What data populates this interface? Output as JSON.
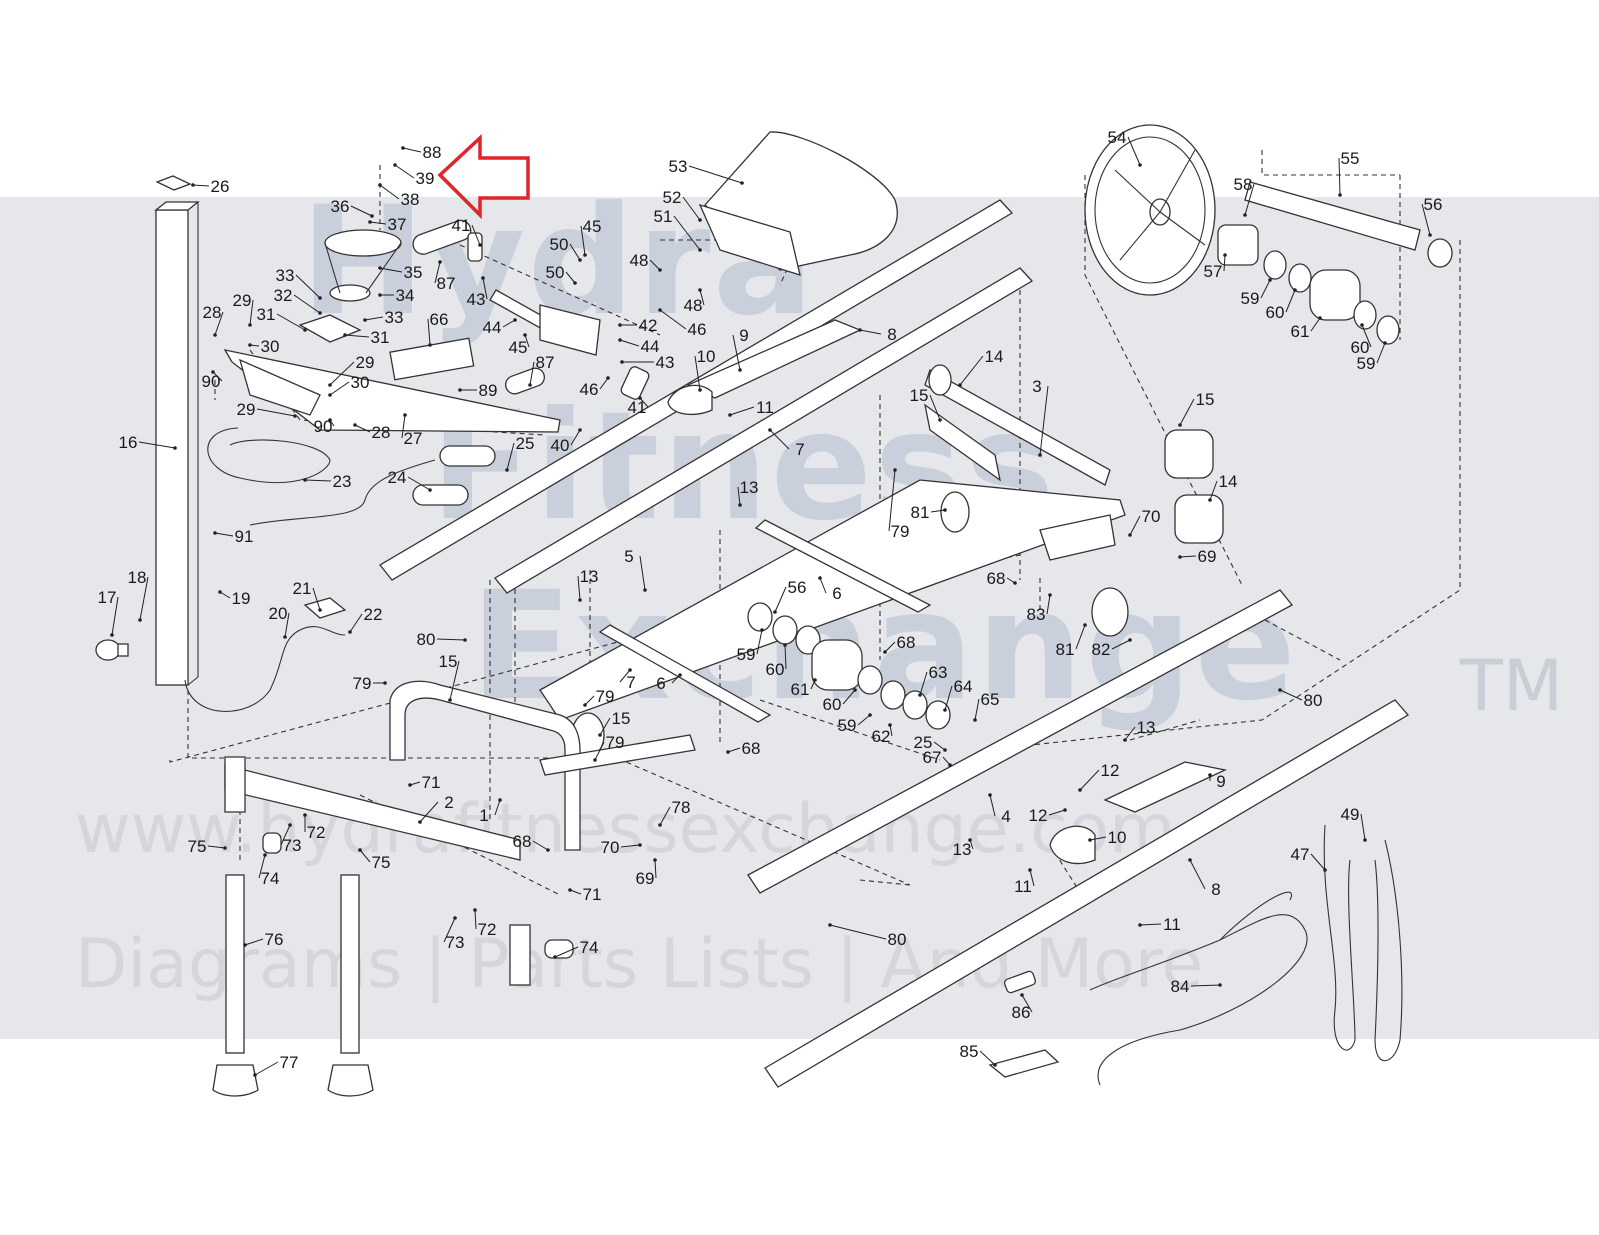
{
  "watermark": {
    "brand_lines": [
      "Hydra",
      "Fitness",
      "Exchange"
    ],
    "trademark": "TM",
    "website": "www.hydrafitnessexchange.com",
    "tagline": "Diagrams | Parts Lists | And More"
  },
  "colors": {
    "background": "#ffffff",
    "watermark_band": "#e6e7ea",
    "watermark_text": "#c9cfdb",
    "highlight_arrow": "#e0242b",
    "line_art": "#333333"
  },
  "highlight": {
    "icon": "outline-arrow-icon",
    "points_to_part": "39"
  },
  "parts": [
    {
      "id": "p1",
      "num": "88"
    },
    {
      "id": "p2",
      "num": "39"
    },
    {
      "id": "p3",
      "num": "38"
    },
    {
      "id": "p4",
      "num": "36"
    },
    {
      "id": "p5",
      "num": "37"
    },
    {
      "id": "p6",
      "num": "41"
    },
    {
      "id": "p7",
      "num": "35"
    },
    {
      "id": "p8",
      "num": "87"
    },
    {
      "id": "p9",
      "num": "33"
    },
    {
      "id": "p10",
      "num": "34"
    },
    {
      "id": "p11",
      "num": "32"
    },
    {
      "id": "p12",
      "num": "43"
    },
    {
      "id": "p13",
      "num": "31"
    },
    {
      "id": "p14",
      "num": "33"
    },
    {
      "id": "p15",
      "num": "31"
    },
    {
      "id": "p16",
      "num": "44"
    },
    {
      "id": "p17",
      "num": "28"
    },
    {
      "id": "p18",
      "num": "29"
    },
    {
      "id": "p19",
      "num": "30"
    },
    {
      "id": "p20",
      "num": "66"
    },
    {
      "id": "p21",
      "num": "45"
    },
    {
      "id": "p22",
      "num": "87"
    },
    {
      "id": "p23",
      "num": "29"
    },
    {
      "id": "p24",
      "num": "90"
    },
    {
      "id": "p25",
      "num": "30"
    },
    {
      "id": "p26",
      "num": "89"
    },
    {
      "id": "p27",
      "num": "29"
    },
    {
      "id": "p28",
      "num": "90"
    },
    {
      "id": "p29",
      "num": "28"
    },
    {
      "id": "p30",
      "num": "27"
    },
    {
      "id": "p31",
      "num": "40"
    },
    {
      "id": "p32",
      "num": "16"
    },
    {
      "id": "p33",
      "num": "25"
    },
    {
      "id": "p34",
      "num": "23"
    },
    {
      "id": "p35",
      "num": "24"
    },
    {
      "id": "p36",
      "num": "91"
    },
    {
      "id": "p37",
      "num": "18"
    },
    {
      "id": "p38",
      "num": "17"
    },
    {
      "id": "p39",
      "num": "19"
    },
    {
      "id": "p40",
      "num": "21"
    },
    {
      "id": "p41",
      "num": "20"
    },
    {
      "id": "p42",
      "num": "22"
    },
    {
      "id": "p43",
      "num": "26"
    },
    {
      "id": "p44",
      "num": "45"
    },
    {
      "id": "p45",
      "num": "50"
    },
    {
      "id": "p46",
      "num": "50"
    },
    {
      "id": "p47",
      "num": "42"
    },
    {
      "id": "p48",
      "num": "44"
    },
    {
      "id": "p49",
      "num": "43"
    },
    {
      "id": "p50",
      "num": "46"
    },
    {
      "id": "p51",
      "num": "41"
    },
    {
      "id": "p52",
      "num": "46"
    },
    {
      "id": "p53",
      "num": "53"
    },
    {
      "id": "p54",
      "num": "52"
    },
    {
      "id": "p55",
      "num": "51"
    },
    {
      "id": "p56",
      "num": "48"
    },
    {
      "id": "p57",
      "num": "48"
    },
    {
      "id": "p58",
      "num": "9"
    },
    {
      "id": "p59",
      "num": "8"
    },
    {
      "id": "p60",
      "num": "10"
    },
    {
      "id": "p61",
      "num": "11"
    },
    {
      "id": "p62",
      "num": "7"
    },
    {
      "id": "p63",
      "num": "54"
    },
    {
      "id": "p64",
      "num": "55"
    },
    {
      "id": "p65",
      "num": "58"
    },
    {
      "id": "p66",
      "num": "56"
    },
    {
      "id": "p67",
      "num": "57"
    },
    {
      "id": "p68",
      "num": "59"
    },
    {
      "id": "p69",
      "num": "60"
    },
    {
      "id": "p70",
      "num": "61"
    },
    {
      "id": "p71",
      "num": "60"
    },
    {
      "id": "p72",
      "num": "59"
    },
    {
      "id": "p73",
      "num": "14"
    },
    {
      "id": "p74",
      "num": "3"
    },
    {
      "id": "p75",
      "num": "15"
    },
    {
      "id": "p76",
      "num": "15"
    },
    {
      "id": "p77",
      "num": "14"
    },
    {
      "id": "p78",
      "num": "13"
    },
    {
      "id": "p79",
      "num": "81"
    },
    {
      "id": "p80",
      "num": "79"
    },
    {
      "id": "p81",
      "num": "70"
    },
    {
      "id": "p82",
      "num": "69"
    },
    {
      "id": "p83",
      "num": "68"
    },
    {
      "id": "p84",
      "num": "83"
    },
    {
      "id": "p85",
      "num": "81"
    },
    {
      "id": "p86",
      "num": "82"
    },
    {
      "id": "p87",
      "num": "5"
    },
    {
      "id": "p88",
      "num": "13"
    },
    {
      "id": "p89",
      "num": "6"
    },
    {
      "id": "p90",
      "num": "56"
    },
    {
      "id": "p91",
      "num": "68"
    },
    {
      "id": "p92",
      "num": "59"
    },
    {
      "id": "p93",
      "num": "60"
    },
    {
      "id": "p94",
      "num": "61"
    },
    {
      "id": "p95",
      "num": "60"
    },
    {
      "id": "p96",
      "num": "63"
    },
    {
      "id": "p97",
      "num": "64"
    },
    {
      "id": "p98",
      "num": "65"
    },
    {
      "id": "p99",
      "num": "59"
    },
    {
      "id": "p100",
      "num": "62"
    },
    {
      "id": "p101",
      "num": "25"
    },
    {
      "id": "p102",
      "num": "67"
    },
    {
      "id": "p103",
      "num": "80"
    },
    {
      "id": "p104",
      "num": "15"
    },
    {
      "id": "p105",
      "num": "79"
    },
    {
      "id": "p106",
      "num": "7"
    },
    {
      "id": "p107",
      "num": "6"
    },
    {
      "id": "p108",
      "num": "79"
    },
    {
      "id": "p109",
      "num": "15"
    },
    {
      "id": "p110",
      "num": "79"
    },
    {
      "id": "p111",
      "num": "68"
    },
    {
      "id": "p112",
      "num": "71"
    },
    {
      "id": "p113",
      "num": "2"
    },
    {
      "id": "p114",
      "num": "1"
    },
    {
      "id": "p115",
      "num": "78"
    },
    {
      "id": "p116",
      "num": "68"
    },
    {
      "id": "p117",
      "num": "70"
    },
    {
      "id": "p118",
      "num": "71"
    },
    {
      "id": "p119",
      "num": "69"
    },
    {
      "id": "p120",
      "num": "75"
    },
    {
      "id": "p121",
      "num": "73"
    },
    {
      "id": "p122",
      "num": "72"
    },
    {
      "id": "p123",
      "num": "74"
    },
    {
      "id": "p124",
      "num": "75"
    },
    {
      "id": "p125",
      "num": "76"
    },
    {
      "id": "p126",
      "num": "73"
    },
    {
      "id": "p127",
      "num": "72"
    },
    {
      "id": "p128",
      "num": "74"
    },
    {
      "id": "p129",
      "num": "77"
    },
    {
      "id": "p130",
      "num": "80"
    },
    {
      "id": "p131",
      "num": "13"
    },
    {
      "id": "p132",
      "num": "12"
    },
    {
      "id": "p133",
      "num": "9"
    },
    {
      "id": "p134",
      "num": "12"
    },
    {
      "id": "p135",
      "num": "4"
    },
    {
      "id": "p136",
      "num": "10"
    },
    {
      "id": "p137",
      "num": "13"
    },
    {
      "id": "p138",
      "num": "11"
    },
    {
      "id": "p139",
      "num": "8"
    },
    {
      "id": "p140",
      "num": "11"
    },
    {
      "id": "p141",
      "num": "80"
    },
    {
      "id": "p142",
      "num": "49"
    },
    {
      "id": "p143",
      "num": "47"
    },
    {
      "id": "p144",
      "num": "86"
    },
    {
      "id": "p145",
      "num": "84"
    },
    {
      "id": "p146",
      "num": "85"
    }
  ]
}
